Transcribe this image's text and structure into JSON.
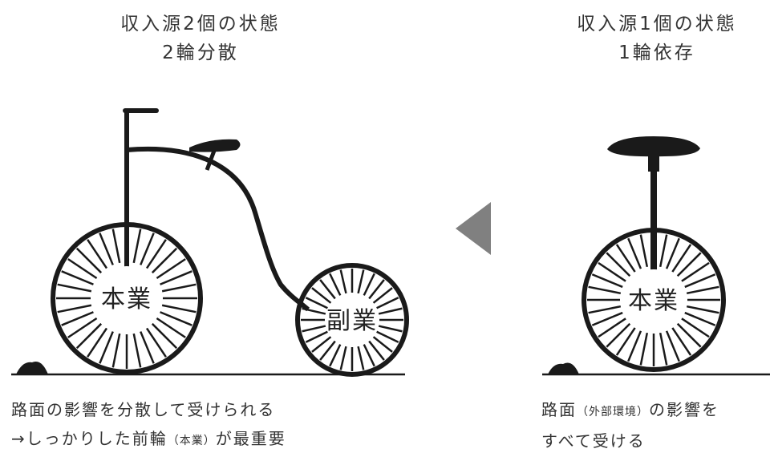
{
  "left": {
    "heading_line1": "収入源2個の状態",
    "heading_line2": "2輪分散",
    "front_wheel_label": "本業",
    "rear_wheel_label": "副業",
    "caption_line1": "路面の影響を分散して受けられる",
    "caption_line2_a": "→しっかりした前輪",
    "caption_line2_b": "（本業）",
    "caption_line2_c": "が最重要"
  },
  "right": {
    "heading_line1": "収入源1個の状態",
    "heading_line2": "1輪依存",
    "wheel_label": "本業",
    "caption_line1_a": "路面",
    "caption_line1_b": "（外部環境）",
    "caption_line1_c": "の影響を",
    "caption_line2": "すべて受ける"
  },
  "colors": {
    "ink": "#1a1a1a",
    "arrow": "#808080",
    "background": "#ffffff"
  },
  "icons": [
    "penny-farthing-bicycle",
    "unicycle",
    "left-arrow-triangle",
    "road-bump"
  ]
}
